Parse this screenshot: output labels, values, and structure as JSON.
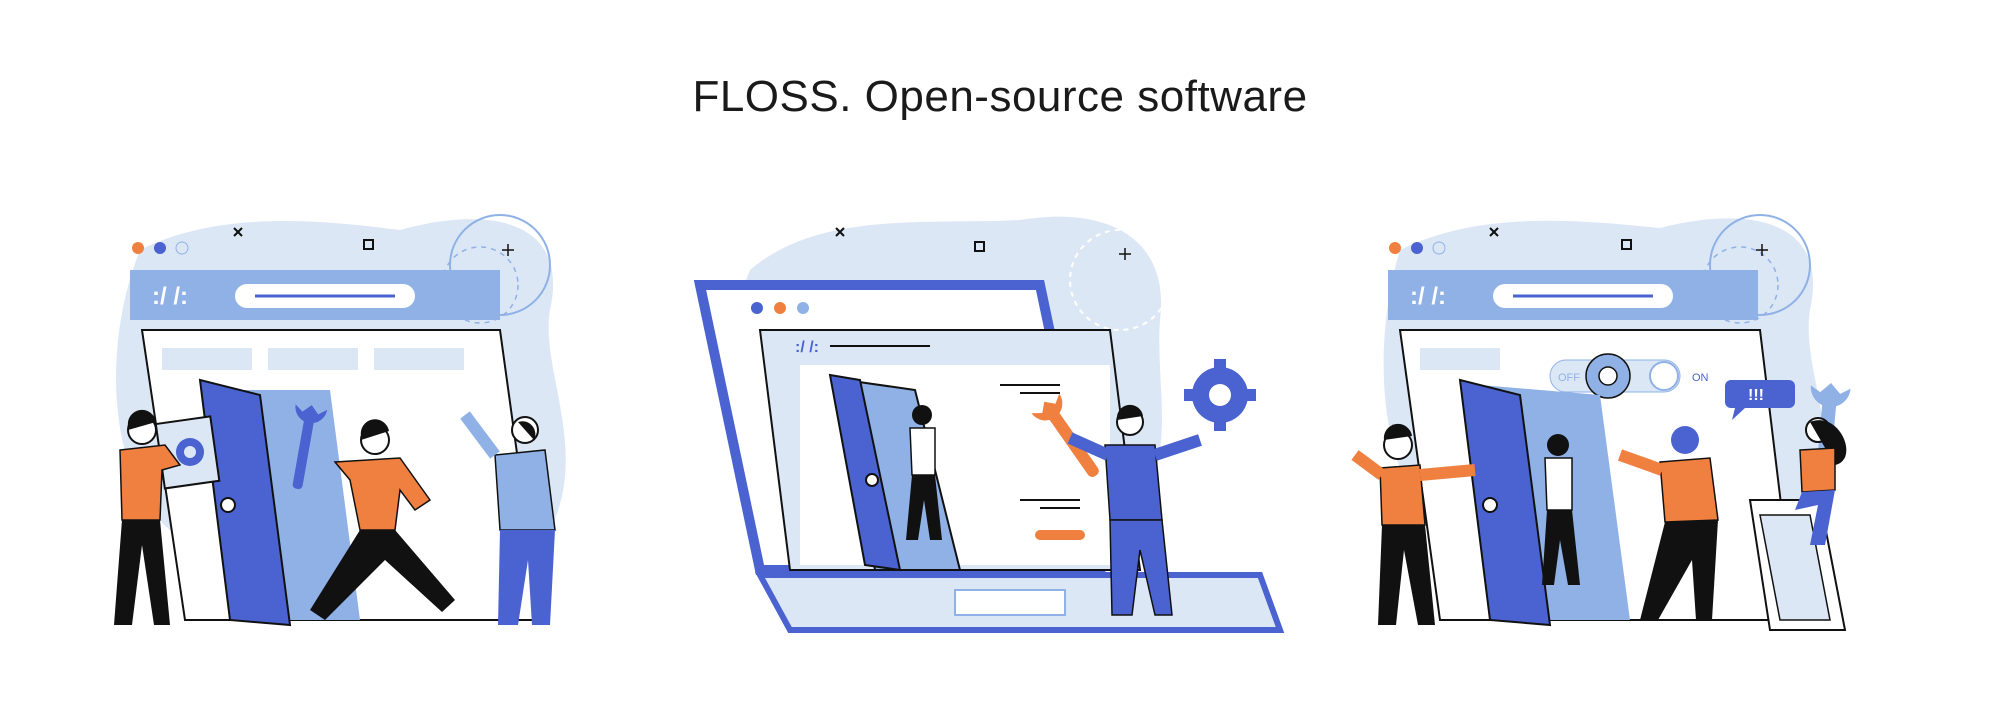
{
  "page": {
    "title": "FLOSS. Open-source software"
  },
  "colors": {
    "blue": "#4A63D0",
    "light_blue": "#8FB1E6",
    "pale_blue": "#DCE7F6",
    "orange": "#F08040",
    "black": "#111111",
    "white": "#ffffff"
  },
  "scene1": {
    "code_label": ":/ /:"
  },
  "scene2": {
    "code_label": ":/ /:"
  },
  "scene3": {
    "code_label": ":/ /:",
    "toggle_off_label": "OFF",
    "toggle_on_label": "ON",
    "alert_label": "!!!"
  },
  "icons": [
    "gear-icon",
    "wrench-icon",
    "close-icon",
    "square-icon",
    "sparkle-icon"
  ]
}
